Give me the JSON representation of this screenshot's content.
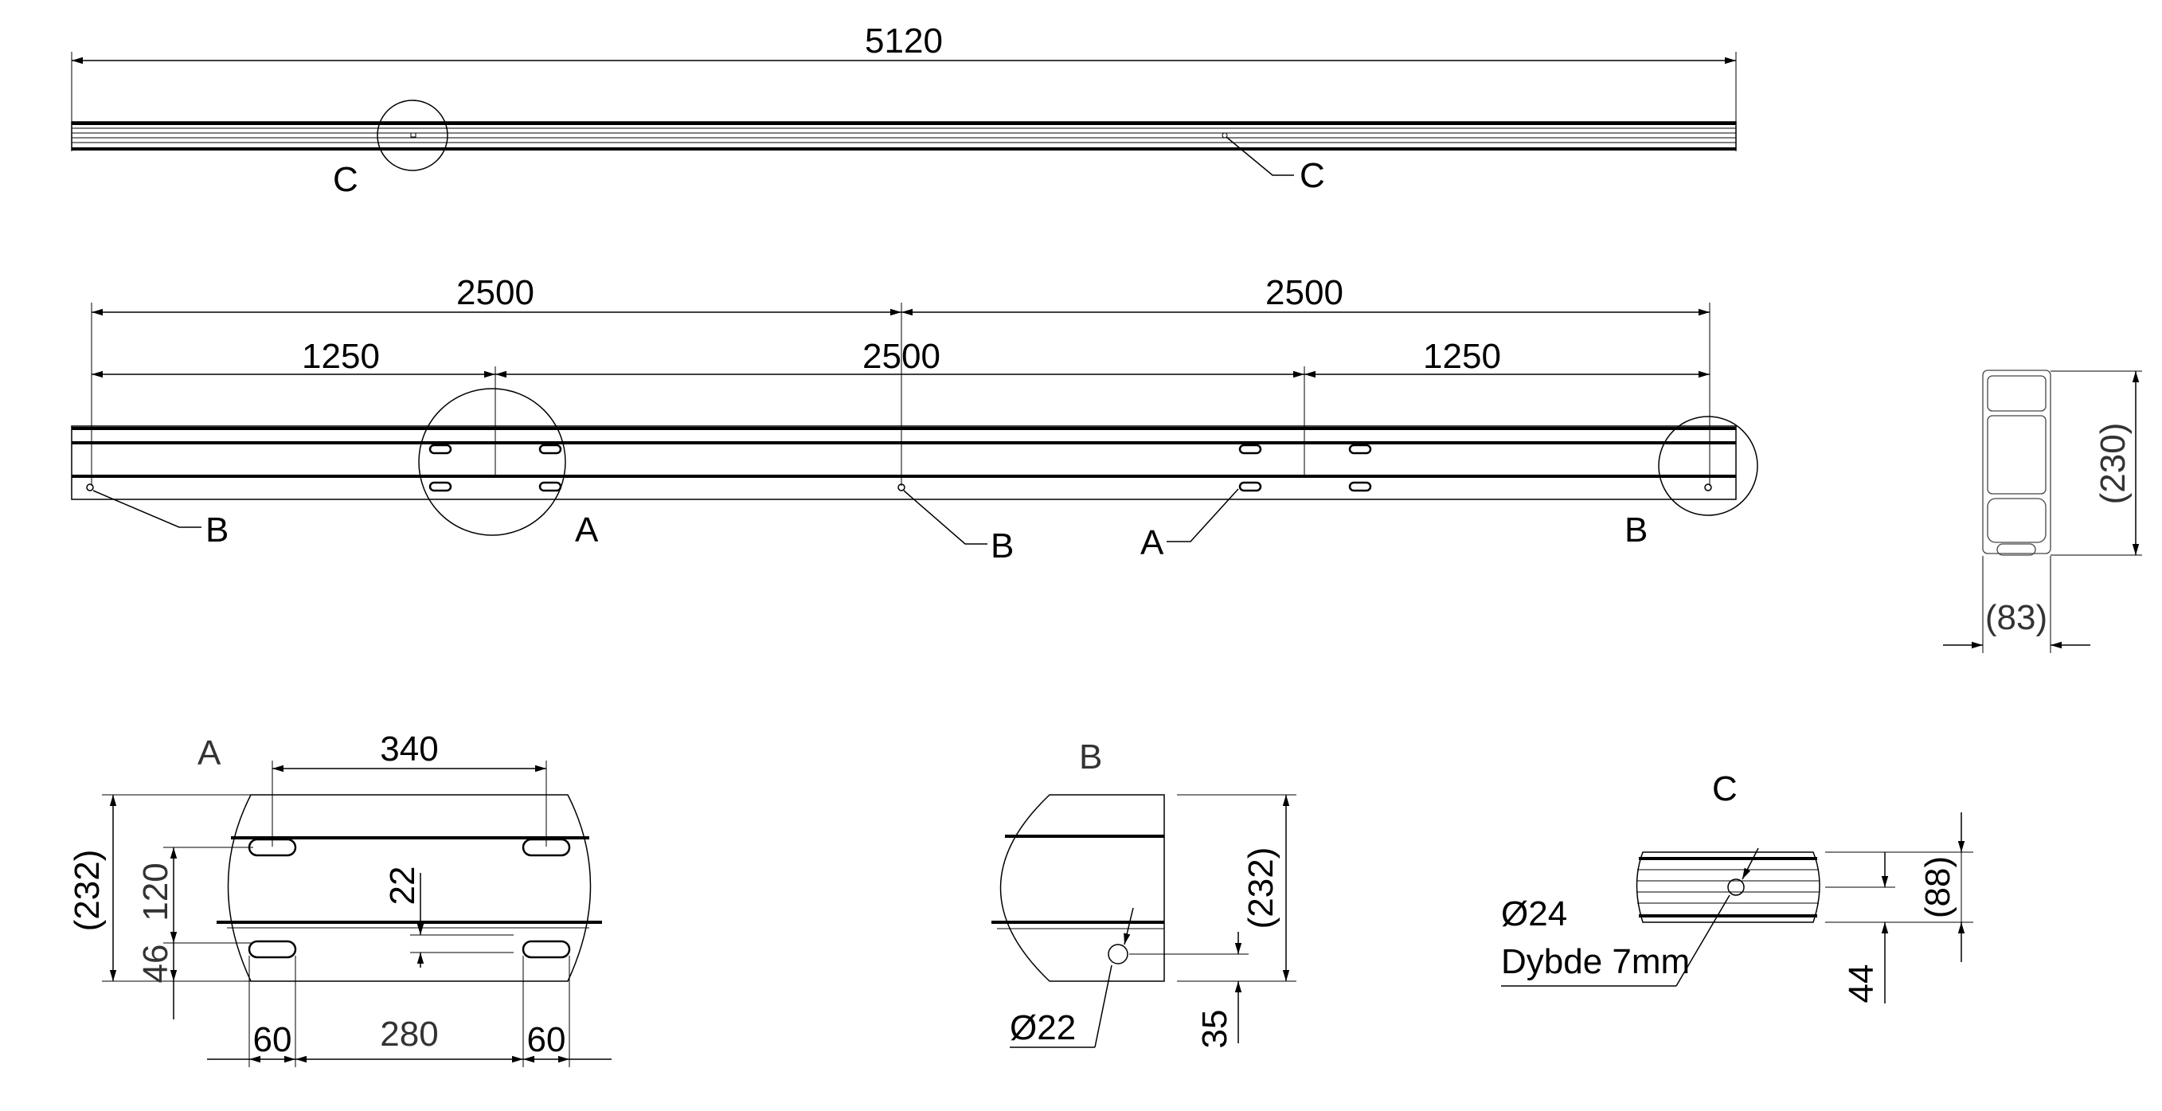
{
  "top_view": {
    "total_length": "5120",
    "detail_c_label": "C",
    "detail_c_callout": "C"
  },
  "front_view": {
    "dim_left_2500": "2500",
    "dim_right_2500": "2500",
    "dim_left_1250": "1250",
    "dim_mid_2500": "2500",
    "dim_right_1250": "1250",
    "callout_b_left": "B",
    "callout_a_circle": "A",
    "callout_b_mid": "B",
    "callout_a_right": "A",
    "callout_b_circle": "B"
  },
  "section_view": {
    "height": "(230)",
    "width": "(83)"
  },
  "detail_a": {
    "title": "A",
    "spacing_340": "340",
    "height_232": "(232)",
    "dim_120": "120",
    "dim_46": "46",
    "dim_22": "22",
    "dim_60_left": "60",
    "dim_280": "280",
    "dim_60_right": "60"
  },
  "detail_b": {
    "title": "B",
    "height_232": "(232)",
    "hole_dia": "Ø22",
    "dim_35": "35"
  },
  "detail_c": {
    "title": "C",
    "hole_dia": "Ø24",
    "depth_note": "Dybde 7mm",
    "height_88": "(88)",
    "dim_44": "44"
  }
}
